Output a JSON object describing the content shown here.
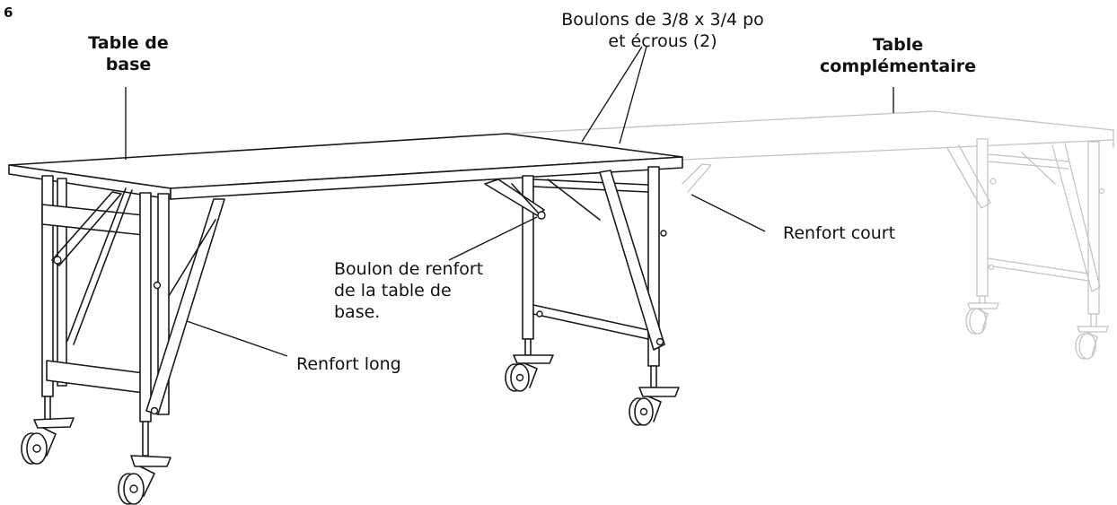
{
  "step_number": "6",
  "labels": {
    "base_table": [
      "Table de",
      "base"
    ],
    "bolts": [
      "Boulons de 3/8 x 3/4 po",
      "et écrous (2)"
    ],
    "extension_table": [
      "Table",
      "complémentaire"
    ],
    "short_brace": "Renfort court",
    "base_brace_bolt": [
      "Boulon de renfort",
      "de la table de",
      "base."
    ],
    "long_brace": "Renfort long"
  },
  "colors": {
    "base_table_stroke": "#1a1a1a",
    "extension_table_stroke": "#c4c4c4"
  }
}
